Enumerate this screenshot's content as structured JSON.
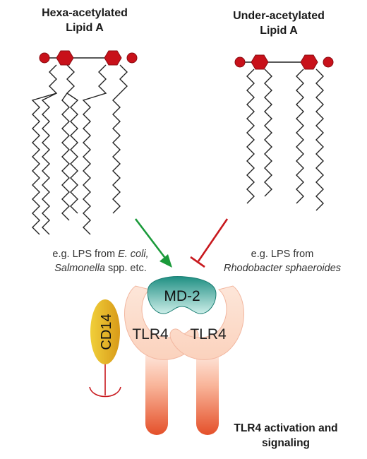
{
  "lipid_left": {
    "title_line1": "Hexa-acetylated",
    "title_line2": "Lipid A",
    "caption_prefix": "e.g. LPS from ",
    "caption_species1": "E. coli,",
    "caption_species2": "Salmonella",
    "caption_suffix": " spp. etc.",
    "arrow_color": "#1a9a3a",
    "arrow_effect": "activation"
  },
  "lipid_right": {
    "title_line1": "Under-acetylated",
    "title_line2": "Lipid A",
    "caption_line1": "e.g. LPS from",
    "caption_species": "Rhodobacter sphaeroides",
    "arrow_color": "#c8191e",
    "arrow_effect": "inhibition"
  },
  "receptor": {
    "md2_label": "MD-2",
    "tlr4_left_label": "TLR4",
    "tlr4_right_label": "TLR4",
    "cd14_label": "CD14"
  },
  "outcome": {
    "line1": "TLR4 activation and",
    "line2": "signaling"
  },
  "colors": {
    "headgroup": "#c8111a",
    "chain": "#222222",
    "md2": "#2a9d8f",
    "tlr4_light": "#fde4d6",
    "tlr4_dark": "#e85a2e",
    "cd14": "#e8b820"
  }
}
